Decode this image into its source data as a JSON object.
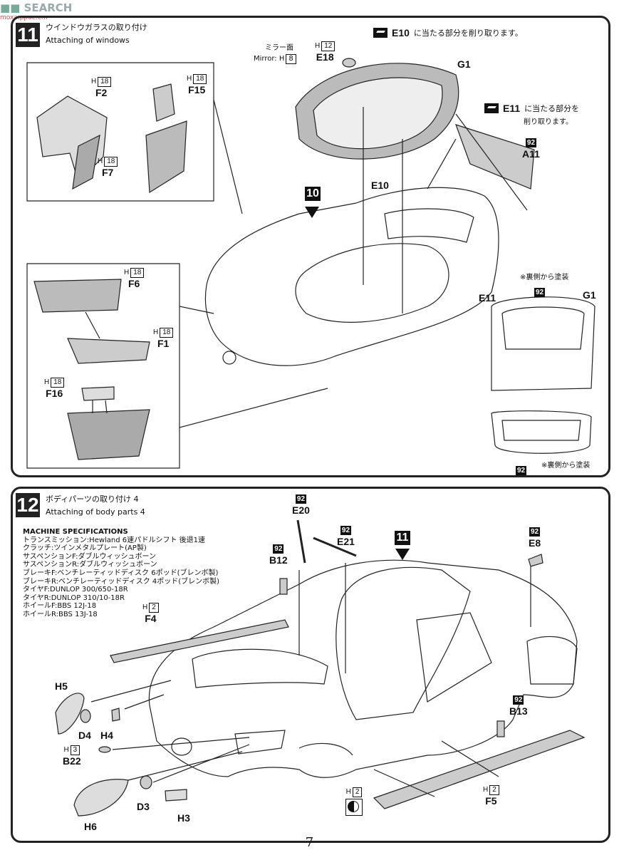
{
  "watermark": {
    "text": "SEARCH",
    "sub": "moxa.ppoe.cm"
  },
  "page_number": "7",
  "step11": {
    "number": "11",
    "title_jp": "ウインドウガラスの取り付け",
    "title_en": "Attaching of windows",
    "mirror_jp": "ミラー面",
    "mirror_en": "Mirror: H",
    "mirror_h": "8",
    "e10_note": "に当たる部分を削り取ります。",
    "e11_note_1": "に当たる部分を",
    "e11_note_2": "削り取ります。",
    "paint_note": "※裏側から塗装",
    "paint_code": "92",
    "step_ref": "10",
    "parts": [
      {
        "name": "F2",
        "h": "18"
      },
      {
        "name": "F7",
        "h": "18"
      },
      {
        "name": "F15",
        "h": "18"
      },
      {
        "name": "F6",
        "h": "18"
      },
      {
        "name": "F1",
        "h": "18"
      },
      {
        "name": "F16",
        "h": "18"
      },
      {
        "name": "E18",
        "h": "12"
      },
      {
        "name": "G1",
        "h": ""
      },
      {
        "name": "E10",
        "h": ""
      },
      {
        "name": "E11",
        "h": ""
      },
      {
        "name": "A11",
        "h": ""
      }
    ]
  },
  "step12": {
    "number": "12",
    "title_jp": "ボディパーツの取り付け 4",
    "title_en": "Attaching of body parts 4",
    "step_ref": "11",
    "specs_heading": "MACHINE SPECIFICATIONS",
    "specs": [
      "トランスミッション:Hewland 6速パドルシフト 後退1速",
      "クラッチ:ツインメタルプレート(AP製)",
      "サスペンションF:ダブルウィッシュボーン",
      "サスペンションR:ダブルウィッシュボーン",
      "ブレーキF:ベンチレーティッドディスク 6ポッド(ブレンボ製)",
      "ブレーキR:ベンチレーティッドディスク 4ポッド(ブレンボ製)",
      "タイヤF:DUNLOP 300/650-18R",
      "タイヤR:DUNLOP 310/10-18R",
      "ホイールF:BBS 12J-18",
      "ホイールR:BBS 13J-18"
    ],
    "paint_code": "92",
    "parts": {
      "E20": "E20",
      "E21": "E21",
      "B12": "B12",
      "E8": "E8",
      "F4": "F4",
      "H5": "H5",
      "D4": "D4",
      "H4": "H4",
      "B22": "B22",
      "B13": "B13",
      "H6": "H6",
      "D3": "D3",
      "H3": "H3",
      "F5": "F5"
    },
    "h_f4": "2",
    "h_b22": "3",
    "h_mid": "2",
    "h_f5": "2"
  }
}
